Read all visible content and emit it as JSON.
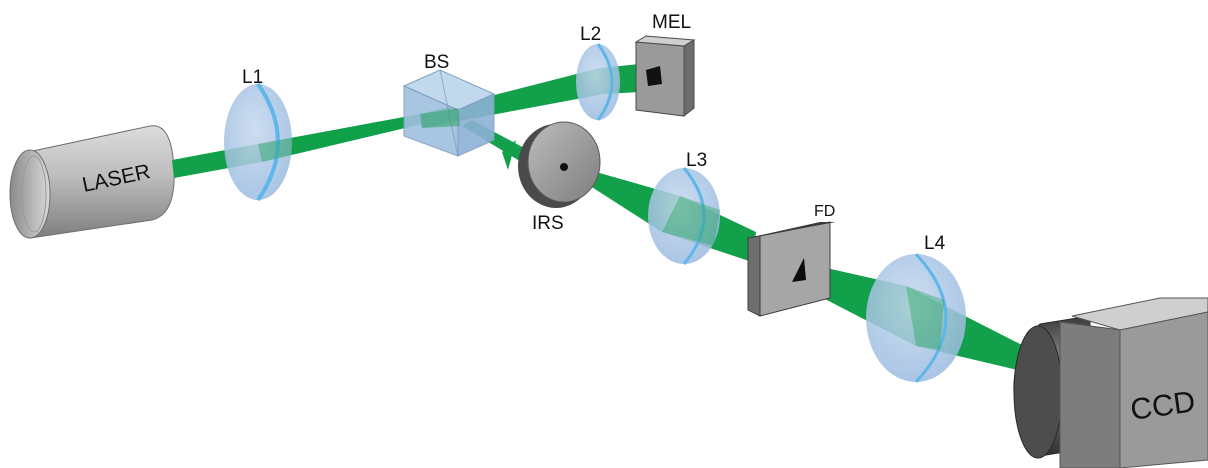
{
  "labels": {
    "laser": "LASER",
    "l1": "L1",
    "bs": "BS",
    "l2": "L2",
    "mel": "MEL",
    "irs": "IRS",
    "l3": "L3",
    "fd": "FD",
    "l4": "L4",
    "ccd": "CCD"
  },
  "colors": {
    "beam": "#12a04a",
    "lens_fill": "#a8c4e4",
    "lens_rim": "#5fb6e8",
    "cube": "#9fc0de",
    "metal_light": "#c8c8c8",
    "metal_mid": "#9a9a9a",
    "metal_dark": "#5a5a5a"
  }
}
